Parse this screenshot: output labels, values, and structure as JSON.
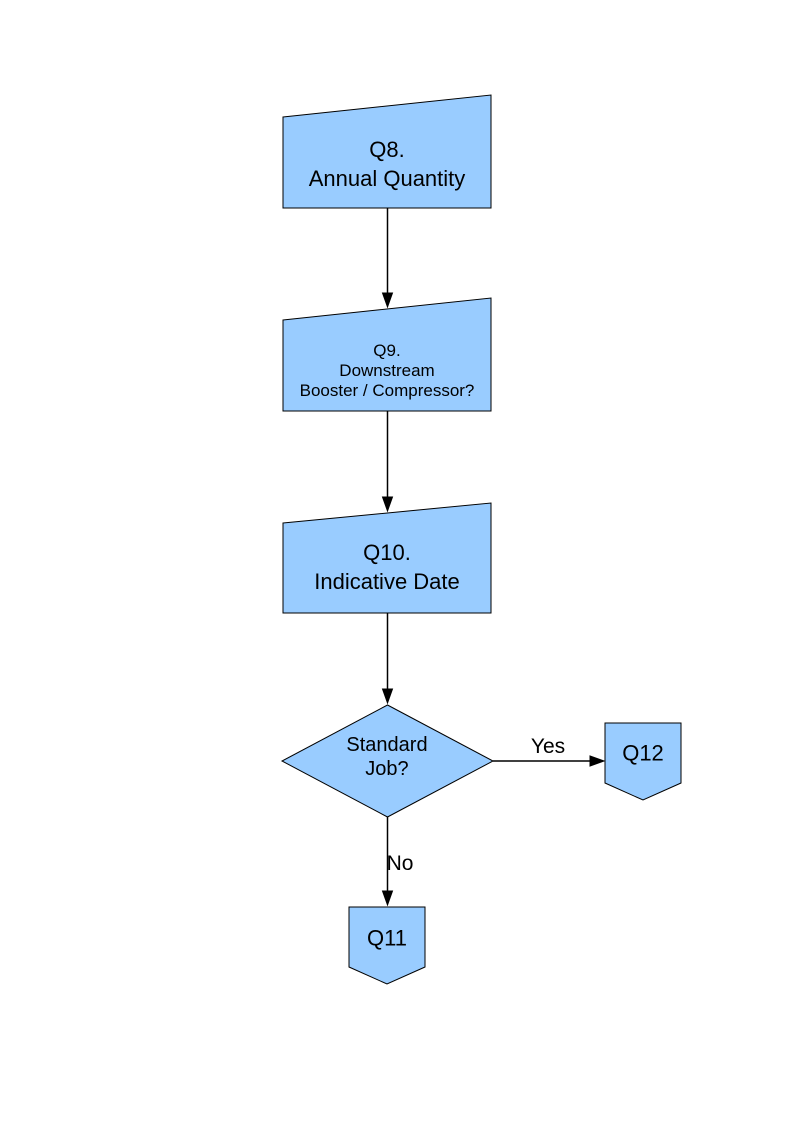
{
  "diagram": {
    "style": {
      "page_background": "#ffffff",
      "node_fill": "#99ccff",
      "node_border": "#000000",
      "arrow_color": "#000000",
      "text_color": "#000000"
    },
    "nodes": {
      "q8": {
        "lines": [
          "Q8.",
          "Annual Quantity"
        ]
      },
      "q9": {
        "lines": [
          "Q9.",
          "Downstream",
          "Booster / Compressor?"
        ]
      },
      "q10": {
        "lines": [
          "Q10.",
          "Indicative Date"
        ]
      },
      "standard_job": {
        "lines": [
          "Standard",
          "Job?"
        ]
      },
      "q11": {
        "label": "Q11"
      },
      "q12": {
        "label": "Q12"
      }
    },
    "edge_labels": {
      "yes": "Yes",
      "no": "No"
    }
  }
}
